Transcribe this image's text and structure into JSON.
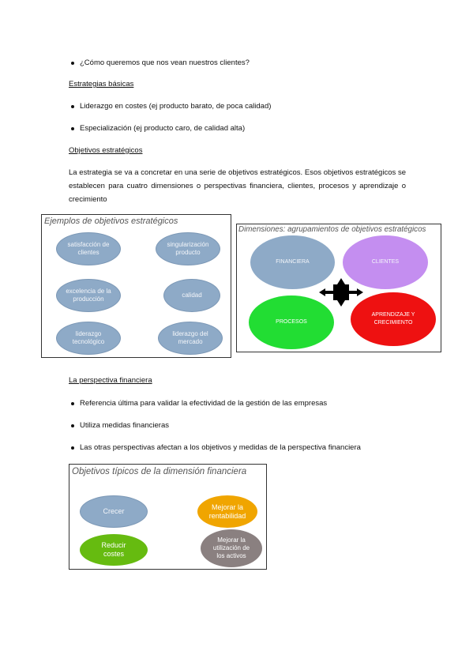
{
  "bullets_top": [
    "¿Cómo queremos que nos vean nuestros clientes?"
  ],
  "estrategias": {
    "heading": "Estrategias básicas",
    "items": [
      "Liderazgo en costes (ej producto barato, de poca calidad)",
      "Especialización (ej producto caro, de calidad alta)"
    ]
  },
  "objetivos": {
    "heading": "Objetivos estratégicos",
    "paragraph": "La estrategia se va a concretar en una serie de objetivos estratégicos. Esos objetivos estratégicos se establecen para cuatro dimensiones o perspectivas financiera, clientes, procesos y aprendizaje o crecimiento"
  },
  "ejemplos_panel": {
    "title": "Ejemplos de objetivos estratégicos",
    "items": [
      "satisfacción de clientes",
      "singularización producto",
      "excelencia de la producción",
      "calidad",
      "liderazgo tecnológico",
      "liderazgo del mercado"
    ]
  },
  "dimensiones_panel": {
    "title": "Dimensiones: agrupamientos de objetivos estratégicos",
    "items": [
      "FINANCIERA",
      "CLIENTES",
      "PROCESOS",
      "APRENDIZAJE Y CRECIMIENTO"
    ],
    "colors": {
      "financiera": "#8eaac7",
      "clientes": "#c48ef0",
      "procesos": "#22dd33",
      "aprendizaje": "#ee1111"
    }
  },
  "perspectiva": {
    "heading": "La perspectiva financiera",
    "items": [
      "Referencia última para validar la efectividad de la gestión de las empresas",
      "Utiliza medidas financieras",
      "Las otras perspectivas afectan a los objetivos y medidas de la perspectiva financiera"
    ]
  },
  "financiera_panel": {
    "title": "Objetivos típicos de la dimensión financiera",
    "items": [
      "Crecer",
      "Mejorar la rentabilidad",
      "Reducir costes",
      "Mejorar la utilización de los activos"
    ],
    "colors": {
      "crecer": "#8eaac7",
      "rentabilidad": "#f0a500",
      "costes": "#66bb10",
      "activos": "#8a8080"
    }
  }
}
